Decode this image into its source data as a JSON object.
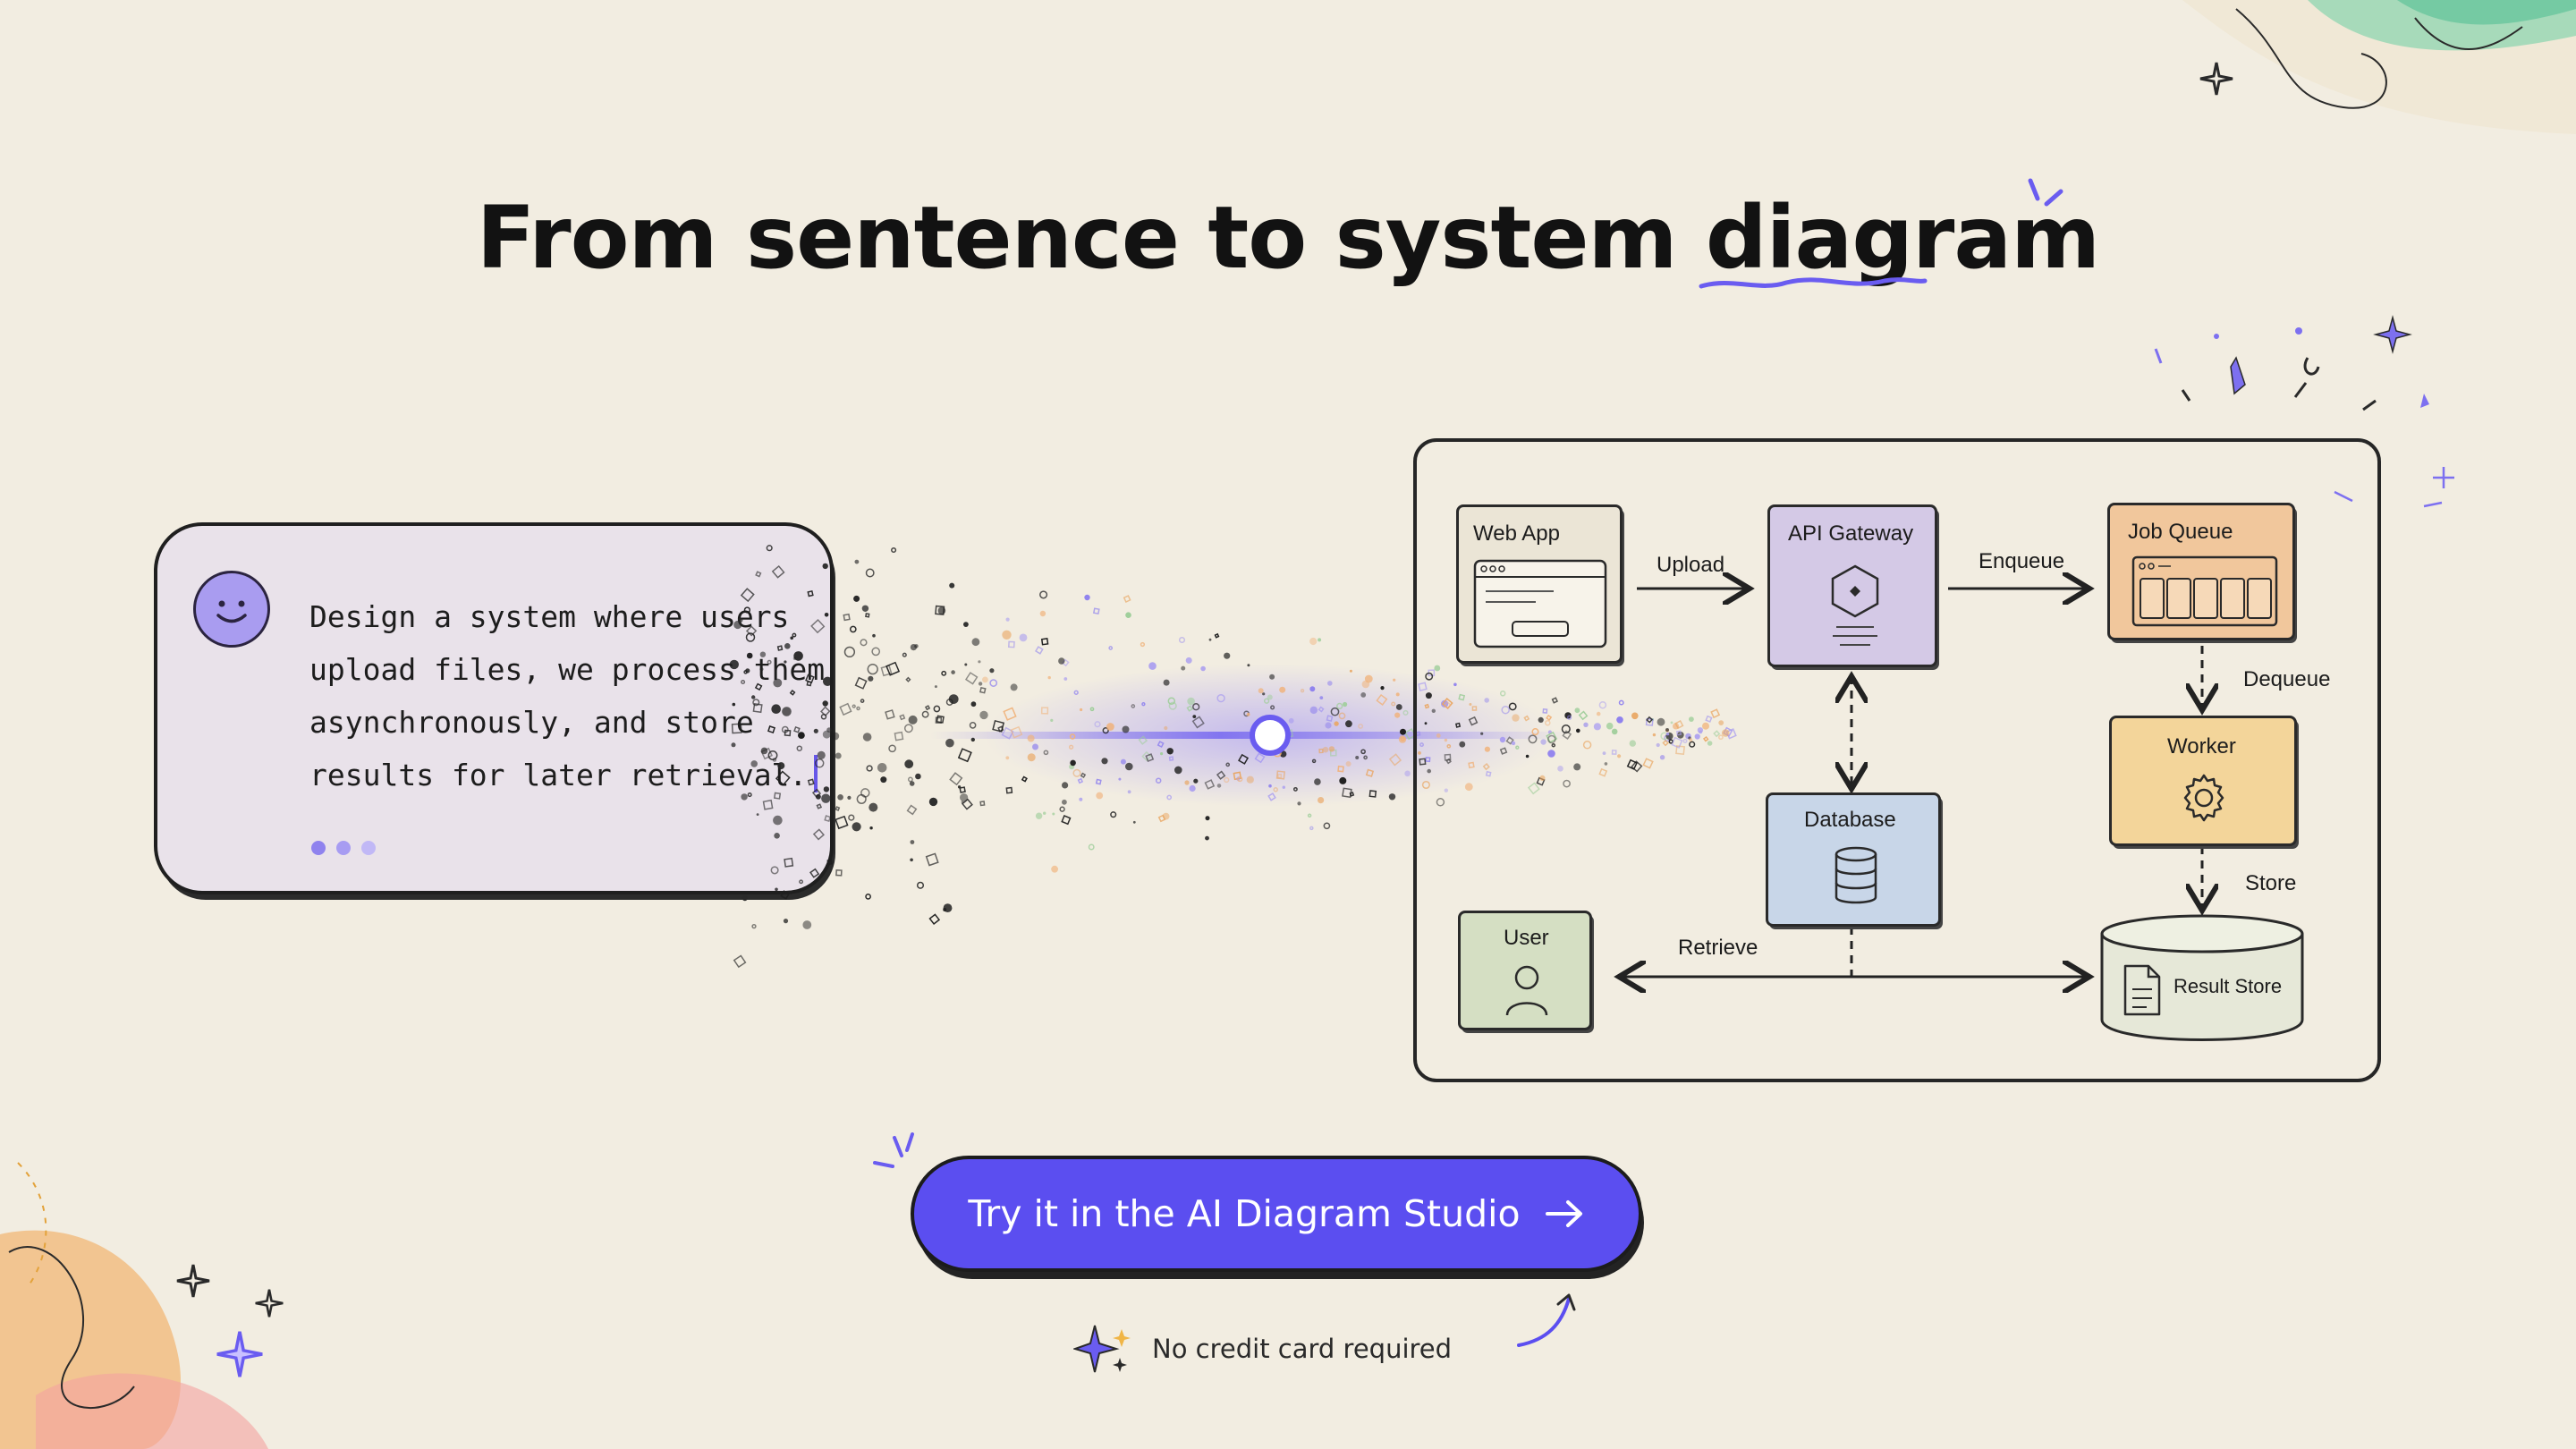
{
  "hero": {
    "headline_lead": "From sentence to system ",
    "headline_accent": "diagram"
  },
  "prompt": {
    "avatar_icon": "smiley-icon",
    "text": "Design a system where users\nupload files, we process them\nasynchronously, and store\nresults for later retrieval."
  },
  "diagram": {
    "nodes": {
      "web_app": "Web App",
      "api_gateway": "API Gateway",
      "job_queue": "Job Queue",
      "worker": "Worker",
      "database": "Database",
      "user": "User",
      "result_store": "Result Store"
    },
    "edges": {
      "upload": "Upload",
      "enqueue": "Enqueue",
      "dequeue": "Dequeue",
      "store": "Store",
      "retrieve": "Retrieve"
    }
  },
  "cta": {
    "button_label": "Try it in the AI Diagram Studio",
    "note": "No credit card required"
  },
  "colors": {
    "background": "#f2ede1",
    "accent": "#5b4ef0",
    "prompt_card": "#e9e2ea",
    "web_app": "#ebe5d6",
    "api_gateway": "#d4c9e6",
    "job_queue": "#f1c79c",
    "worker": "#f3d59a",
    "database": "#c8d6e8",
    "user": "#d5dfc3",
    "result_store": "#e6e8d8"
  }
}
